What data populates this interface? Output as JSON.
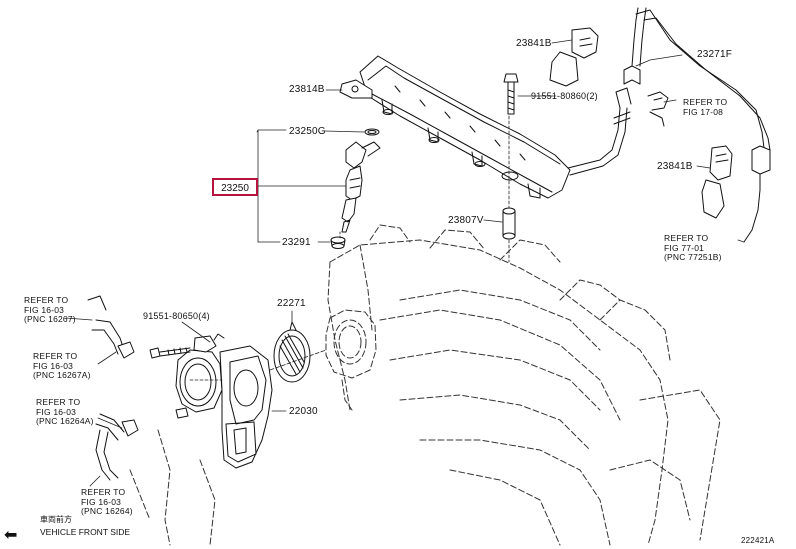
{
  "part_numbers": {
    "p23814B": "23814B",
    "p23841B_top": "23841B",
    "p23271F": "23271F",
    "p91551_80860": "91551-80860(2)",
    "p23250G": "23250G",
    "p23250": "23250",
    "p23291": "23291",
    "p23807V": "23807V",
    "p23841B_mid": "23841B",
    "p22271": "22271",
    "p91551_80650": "91551-80650(4)",
    "p22030": "22030"
  },
  "references": {
    "ref_fig17_08": {
      "line1": "REFER TO",
      "line2": "FIG 17-08"
    },
    "ref_fig77_01": {
      "line1": "REFER TO",
      "line2": "FIG 77-01",
      "line3": "(PNC 77251B)"
    },
    "ref_16267": {
      "line1": "REFER TO",
      "line2": "FIG 16-03",
      "line3": "(PNC 16267)"
    },
    "ref_16267A": {
      "line1": "REFER TO",
      "line2": "FIG 16-03",
      "line3": "(PNC 16267A)"
    },
    "ref_16264A": {
      "line1": "REFER TO",
      "line2": "FIG 16-03",
      "line3": "(PNC 16264A)"
    },
    "ref_16264": {
      "line1": "REFER TO",
      "line2": "FIG 16-03",
      "line3": "(PNC 16264)"
    }
  },
  "orientation": {
    "japanese": "車両前方",
    "english": "VEHICLE FRONT SIDE",
    "arrow_icon": "arrow-left-icon"
  },
  "diagram_code": "222421A",
  "highlight_color": "#b8123f"
}
